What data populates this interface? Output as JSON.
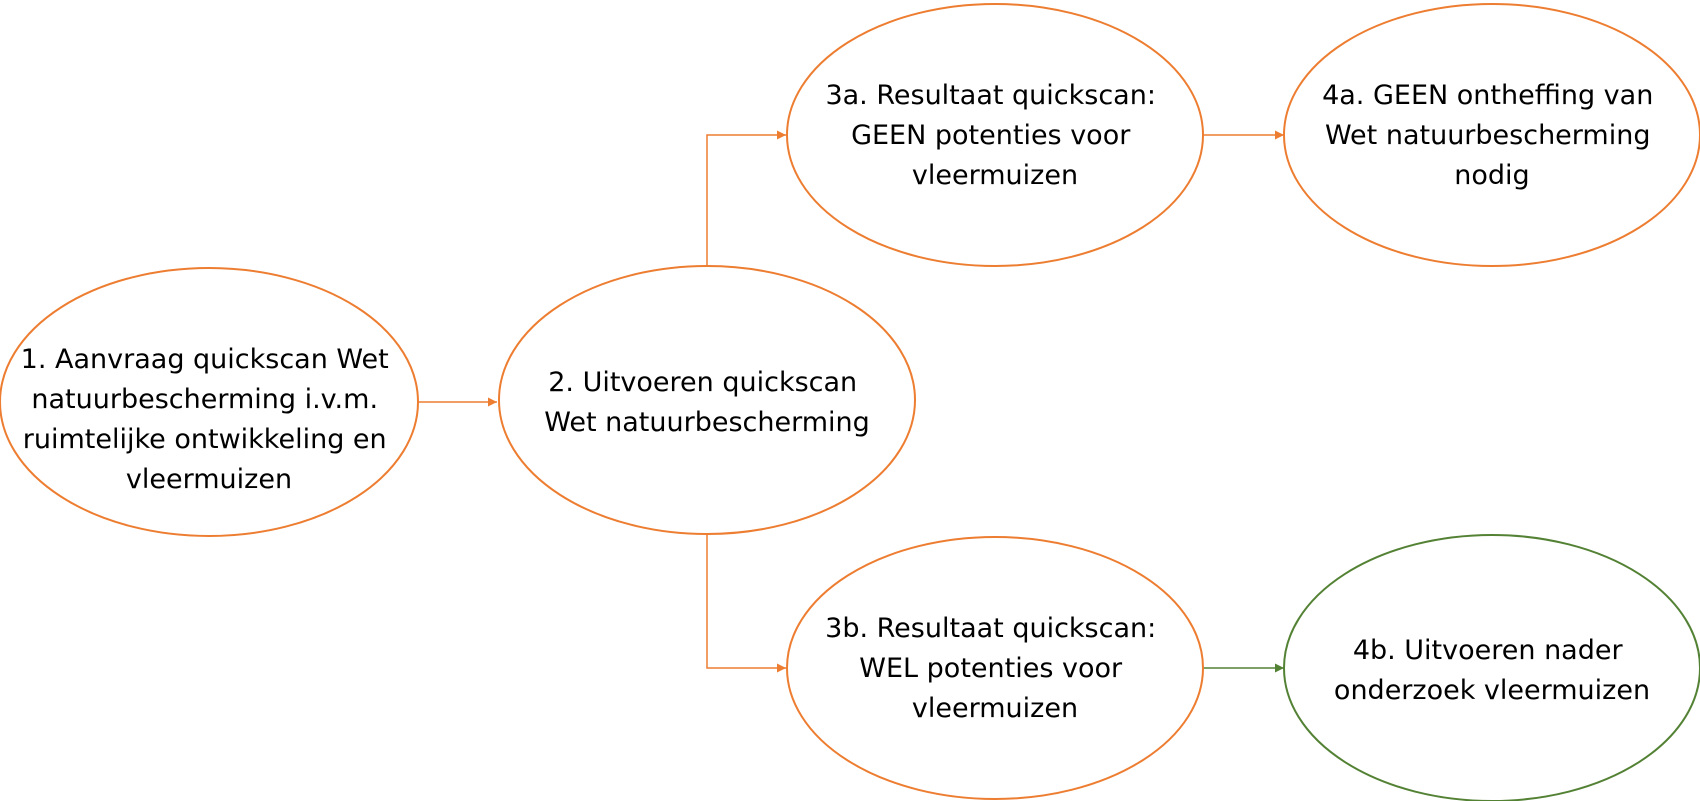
{
  "colors": {
    "orange": "#ED7D31",
    "green": "#548235",
    "text": "#000000",
    "background": "#FFFFFF"
  },
  "nodes": [
    {
      "id": "n1",
      "lines": [
        "1. Aanvraag quickscan Wet",
        "natuurbescherming i.v.m.",
        "ruimtelijke ontwikkeling en",
        "vleermuizen"
      ],
      "color": "#ED7D31"
    },
    {
      "id": "n2",
      "lines": [
        "2. Uitvoeren quickscan",
        "Wet natuurbescherming"
      ],
      "color": "#ED7D31"
    },
    {
      "id": "n3a",
      "lines": [
        "3a. Resultaat quickscan:",
        "GEEN potenties voor",
        "vleermuizen"
      ],
      "color": "#ED7D31"
    },
    {
      "id": "n3b",
      "lines": [
        "3b. Resultaat quickscan:",
        "WEL potenties voor",
        "vleermuizen"
      ],
      "color": "#ED7D31"
    },
    {
      "id": "n4a",
      "lines": [
        "4a. GEEN ontheffing van",
        "Wet natuurbescherming",
        "nodig"
      ],
      "color": "#ED7D31"
    },
    {
      "id": "n4b",
      "lines": [
        "4b. Uitvoeren nader",
        "onderzoek vleermuizen"
      ],
      "color": "#548235"
    }
  ],
  "edges": [
    {
      "from": "n1",
      "to": "n2",
      "color": "#ED7D31"
    },
    {
      "from": "n2",
      "to": "n3a",
      "color": "#ED7D31"
    },
    {
      "from": "n2",
      "to": "n3b",
      "color": "#ED7D31"
    },
    {
      "from": "n3a",
      "to": "n4a",
      "color": "#ED7D31"
    },
    {
      "from": "n3b",
      "to": "n4b",
      "color": "#548235"
    }
  ]
}
